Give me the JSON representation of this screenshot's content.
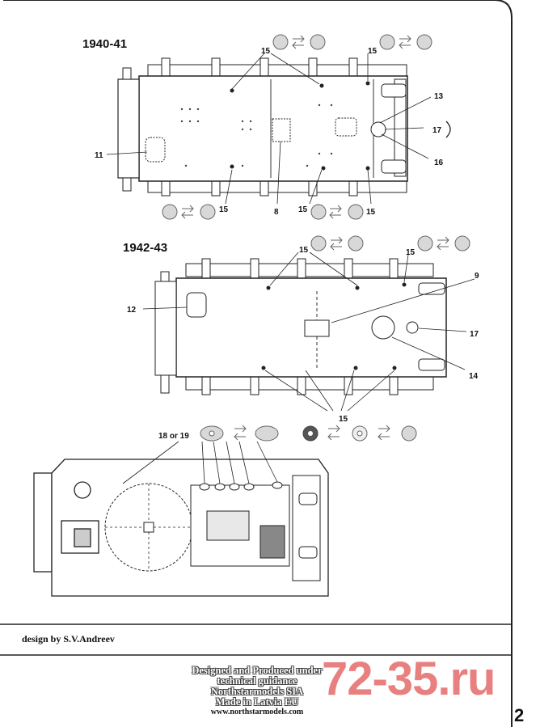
{
  "sections": {
    "top": {
      "title": "1940-41"
    },
    "middle": {
      "title": "1942-43"
    }
  },
  "callouts": {
    "c8": "8",
    "c9": "9",
    "c11": "11",
    "c12": "12",
    "c13": "13",
    "c14": "14",
    "c15": "15",
    "c16": "16",
    "c17": "17",
    "c18or19": "18 or 19"
  },
  "footer": {
    "designer": "design by S.V.Andreev",
    "lines": [
      "Designed and Produced under",
      "technical guidance",
      "Northstarmodels SIA",
      "Made in Latvia EU"
    ],
    "url": "www.northstarmodels.com"
  },
  "watermark": "72-35.ru",
  "page_number": "2",
  "colors": {
    "ink": "#111111",
    "part_fill": "#d8d8d8",
    "watermark": "#e46b6b",
    "frame": "#222222"
  }
}
